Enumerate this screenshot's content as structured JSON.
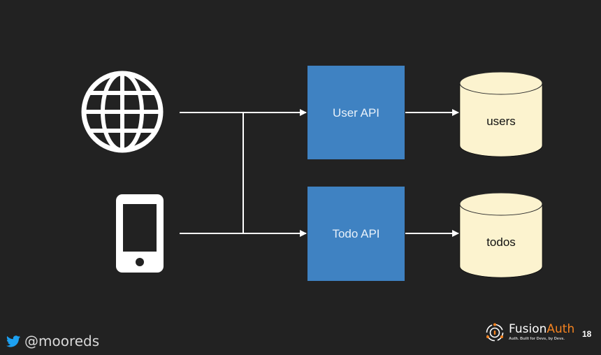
{
  "slide": {
    "background": "#222222",
    "page_number": "18"
  },
  "footer": {
    "twitter_icon": "twitter-bird-icon",
    "twitter_handle": "@mooreds",
    "brand": {
      "name_part1": "Fusion",
      "name_part2": "Auth",
      "tagline": "Auth. Built for Devs, by Devs.",
      "accent_color": "#f58320"
    }
  },
  "diagram": {
    "clients": [
      {
        "id": "web",
        "icon": "globe-icon"
      },
      {
        "id": "mobile",
        "icon": "smartphone-icon"
      }
    ],
    "services": [
      {
        "id": "user-api",
        "label": "User API",
        "color": "#3f82c2"
      },
      {
        "id": "todo-api",
        "label": "Todo API",
        "color": "#3f82c2"
      }
    ],
    "databases": [
      {
        "id": "users-db",
        "label": "users",
        "color": "#fcf3cf"
      },
      {
        "id": "todos-db",
        "label": "todos",
        "color": "#fcf3cf"
      }
    ],
    "connections": [
      {
        "from": "web",
        "to": "user-api"
      },
      {
        "from": "web",
        "to": "todo-api"
      },
      {
        "from": "mobile",
        "to": "user-api"
      },
      {
        "from": "mobile",
        "to": "todo-api"
      },
      {
        "from": "user-api",
        "to": "users-db"
      },
      {
        "from": "todo-api",
        "to": "todos-db"
      }
    ]
  }
}
